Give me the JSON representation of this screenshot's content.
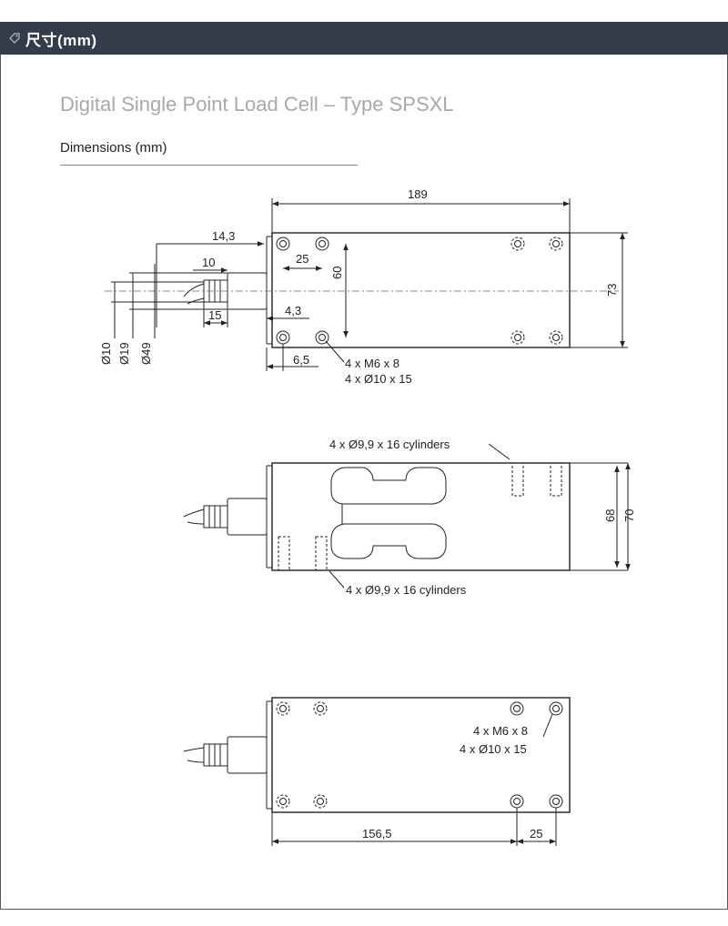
{
  "header": {
    "icon": "tag-icon",
    "title": "尺寸(mm)"
  },
  "page_title": "Digital Single Point Load Cell – Type SPSXL",
  "section_title": "Dimensions (mm)",
  "top_view": {
    "overall_length": "189",
    "overall_width": "73",
    "hole_spacing_y": "60",
    "hole_spacing_x": "25",
    "connector_offset_1": "14,3",
    "connector_length": "10",
    "connector_offset_2": "15",
    "flange_thickness": "4,3",
    "hole_edge_offset": "6,5",
    "dia_cable": "Ø10",
    "dia_connector": "Ø19",
    "dia_flange": "Ø49",
    "thread_callout": "4 x M6 x 8",
    "counterbore_callout": "4 x Ø10 x 15"
  },
  "side_view": {
    "cylinders_top": "4 x Ø9,9 x 16 cylinders",
    "cylinders_bottom": "4 x Ø9,9 x 16 cylinders",
    "height_inner": "68",
    "height_outer": "70"
  },
  "bottom_view": {
    "thread_callout": "4 x M6 x 8",
    "counterbore_callout": "4 x Ø10 x 15",
    "length_main": "156,5",
    "length_end": "25"
  }
}
